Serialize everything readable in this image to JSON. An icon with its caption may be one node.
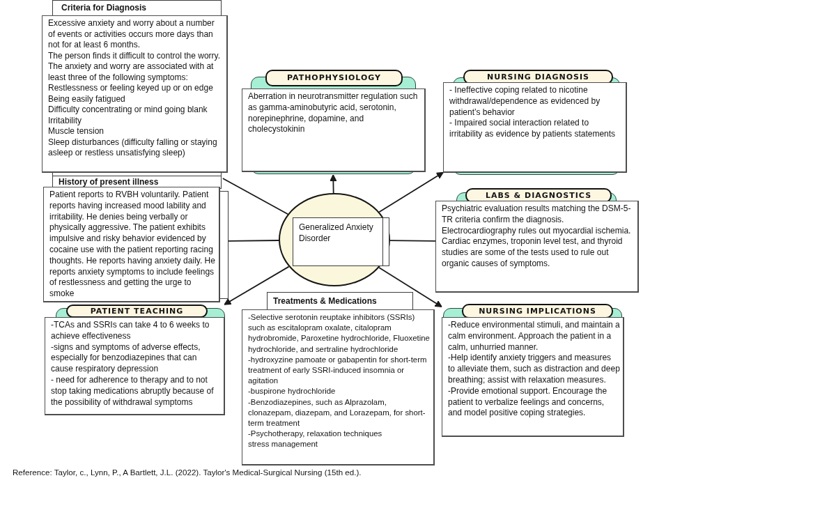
{
  "diagram": {
    "nodes": [
      {
        "text": [
          "Criteria for Diagnosis",
          "Excessive anxiety and worry about a number of events or activities occurs more days than not for at least 6 months.",
          "The person finds it difficult to control the worry.",
          "The anxiety and worry are associated with at least three of the following symptoms:",
          "Restlessness or feeling keyed up or on edge",
          "Being easily fatigued",
          "Difficulty concentrating or mind going blank",
          "Irritability",
          "Muscle tension",
          "Sleep disturbances (difficulty falling or staying asleep or restless unsatisfying sleep)"
        ]
      },
      {
        "text": [
          "PATHOPHYSIOLOGY",
          "Aberration in neurotransmitter regulation such as gamma-aminobutyric acid, serotonin, norepinephrine, dopamine, and cholecystokinin"
        ]
      },
      {
        "text": [
          "NURSING DIAGNOSIS",
          "- Ineffective coping related to nicotine withdrawal/dependence as evidenced by patient’s behavior",
          "- Impaired social interaction related to irritability as evidence by patients statements"
        ]
      },
      {
        "text": [
          "History of present illness",
          "Patient reports to RVBH voluntarily. Patient reports having increased mood lability and irritability. He denies being verbally or physically aggressive. The patient exhibits impulsive and risky behavior evidenced by cocaine use with the patient reporting racing thoughts. He reports having anxiety daily. He reports anxiety symptoms to include feelings of restlessness and getting the urge to smoke"
        ]
      },
      {
        "text": [
          "Generalized Anxiety Disorder"
        ]
      },
      {
        "text": [
          "LABS & DIAGNOSTICS",
          "Psychiatric evaluation results matching the DSM-5-TR criteria confirm the diagnosis.",
          "Electrocardiography rules out myocardial ischemia.",
          "Cardiac enzymes, troponin level test, and thyroid studies are some of the tests used to rule out organic causes of symptoms."
        ]
      },
      {
        "text": [
          "PATIENT TEACHING",
          "-TCAs and SSRIs can take 4 to 6 weeks to achieve effectiveness",
          "-signs and symptoms of adverse effects, especially for benzodiazepines that can cause respiratory depression",
          "- need for adherence to therapy and to not stop taking medications abruptly because of the possibility of withdrawal symptoms"
        ]
      },
      {
        "text": [
          "Treatments & Medications",
          "-Selective serotonin reuptake inhibitors (SSRIs) such as escitalopram oxalate, citalopram hydrobromide, Paroxetine hydrochloride, Fluoxetine hydrochloride, and sertraline hydrochloride",
          "-hydroxyzine pamoate or gabapentin for short-term treatment of early SSRI-induced insomnia or agitation",
          "-buspirone hydrochloride",
          "-Benzodiazepines, such as Alprazolam, clonazepam, diazepam, and Lorazepam, for short-term treatment",
          "-Psychotherapy, relaxation techniques",
          "stress management"
        ]
      },
      {
        "text": [
          "NURSING IMPLICATIONS",
          "-Reduce environmental stimuli, and maintain a calm environment. Approach the patient in a calm, unhurried manner.",
          "-Help identify anxiety triggers and measures to alleviate them, such as distraction and deep breathing; assist with relaxation measures.",
          "-Provide emotional support. Encourage the patient to verbalize feelings and concerns, and model positive coping strategies."
        ]
      }
    ],
    "edges": [
      {
        "from": 4,
        "to": 0,
        "arrow": "none"
      },
      {
        "from": 4,
        "to": 1,
        "arrow": "to"
      },
      {
        "from": 4,
        "to": 2,
        "arrow": "to"
      },
      {
        "from": 4,
        "to": 3,
        "arrow": "none"
      },
      {
        "from": 4,
        "to": 5,
        "arrow": "none"
      },
      {
        "from": 4,
        "to": 6,
        "arrow": "to"
      },
      {
        "from": 4,
        "to": 8,
        "arrow": "to"
      }
    ],
    "labels": [
      "Reference: Taylor, c., Lynn, P., A Bartlett, J.L. (2022). Taylor's Medical-Surgical Nursing (15th ed.)."
    ]
  }
}
